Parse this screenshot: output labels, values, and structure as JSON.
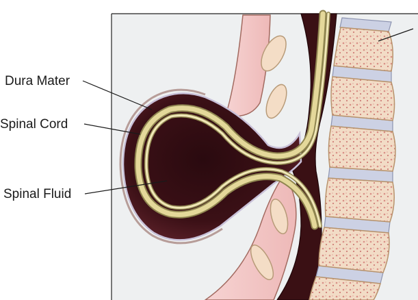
{
  "labels": {
    "dura_mater": "Dura Mater",
    "spinal_cord": "Spinal Cord",
    "spinal_fluid": "Spinal Fluid"
  },
  "colors": {
    "background": "#ffffff",
    "panel_background": "#eef0f1",
    "skin_tissue": "#f2c6c6",
    "dura_sac": "#3a1014",
    "spinal_cord_strand": "#e4d89a",
    "vertebra_body": "#f3e3c8",
    "bone_marrow": "#e7b4a6",
    "intervertebral_disc": "#ccd1e4",
    "leader_line": "#1a1a1a"
  }
}
